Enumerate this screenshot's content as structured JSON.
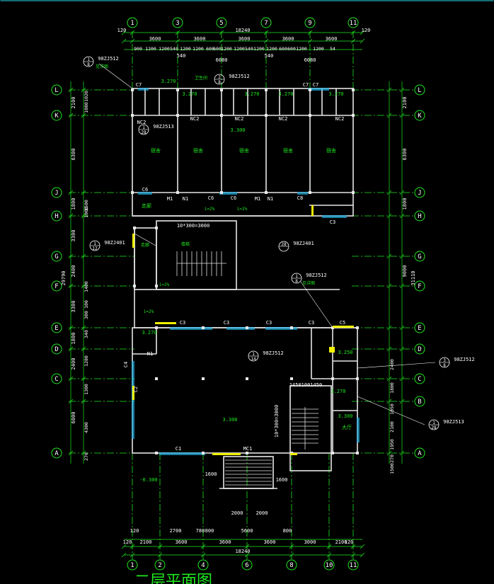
{
  "drawing": {
    "title": "二层平面图",
    "colors": {
      "background": "#000000",
      "axis": "#1fe81f",
      "wall": "#e8e8e8",
      "dimension": "#1fe81f",
      "text": "#ffffff",
      "window": "#27c6ff",
      "highlight": "#f0f000",
      "level": "#1fe81f",
      "frame": "#27d6e8"
    },
    "axes": {
      "columns_top": [
        "1",
        "3",
        "5",
        "7",
        "9",
        "11"
      ],
      "columns_bottom": [
        "1",
        "2",
        "4",
        "6",
        "8",
        "10",
        "11"
      ],
      "rows": [
        "L",
        "K",
        "J",
        "H",
        "G",
        "F",
        "E",
        "D",
        "C",
        "B",
        "A"
      ],
      "left_rows": [
        "L",
        "K",
        "J",
        "H",
        "G",
        "F",
        "E",
        "D",
        "C",
        "A"
      ]
    },
    "dimensions": {
      "top_total": "18240",
      "top_edge": "120",
      "top_spans": [
        "3600",
        "3600",
        "3600",
        "3600",
        "3600"
      ],
      "top_detail": [
        "900",
        "1200",
        "1200",
        "540",
        "1200",
        "1200",
        "600",
        "600",
        "1200",
        "1200",
        "540",
        "1200",
        "1200",
        "600",
        "600",
        "1200",
        "1200",
        "54"
      ],
      "top_inner": [
        "540",
        "6080",
        "540",
        "6080"
      ],
      "bottom_total": "18240",
      "bottom_edge": "120",
      "bottom_spans": [
        "2100",
        "3600",
        "3600",
        "3600",
        "3000",
        "2100"
      ],
      "bottom_detail": [
        "120",
        "2700",
        "780",
        "800",
        "5600",
        "800"
      ],
      "left_outer": [
        "2100",
        "6300",
        "1800",
        "3300",
        "2400",
        "3300",
        "1800",
        "2400",
        "6000"
      ],
      "left_inner": [
        "1020",
        "1080",
        "1500",
        "1000",
        "300",
        "100",
        "1400",
        "340",
        "1280",
        "1300",
        "4300",
        "270"
      ],
      "left_total": "29790",
      "right_outer": [
        "2100",
        "6300",
        "1800",
        "9000"
      ],
      "right_total": "31110",
      "right_inner": [
        "2400",
        "1800",
        "1050",
        "2100",
        "1950",
        "270",
        "1500"
      ]
    },
    "rooms": {
      "dorm": "宿舍",
      "corridor": "走廊",
      "bathroom": "卫生间",
      "stair": "楼梯"
    },
    "labels": {
      "ref_a": "98ZJ512",
      "ref_b": "98ZJ401",
      "ref_c": "98ZJ513",
      "door_m1": "M1",
      "door_n1": "N1",
      "door_nc2": "NC2",
      "door_mc1": "MC1",
      "win_c1": "C1",
      "win_c2": "C2",
      "win_c3": "C3",
      "win_c4": "C4",
      "win_c5": "C5",
      "win_c6": "C6",
      "win_c7": "C7",
      "win_c8": "C8",
      "level_1": "3.270",
      "level_2": "3.300",
      "level_3": "3.250",
      "level_ground": "-0.300",
      "slope": "i=2%",
      "stair_dims": "10*300=3000",
      "stair_dims_2": "10*300=3000",
      "lobby": "大厅",
      "mid_span": "14501001450",
      "step": "2000",
      "landing": "1600",
      "note_small": "见详图"
    }
  }
}
